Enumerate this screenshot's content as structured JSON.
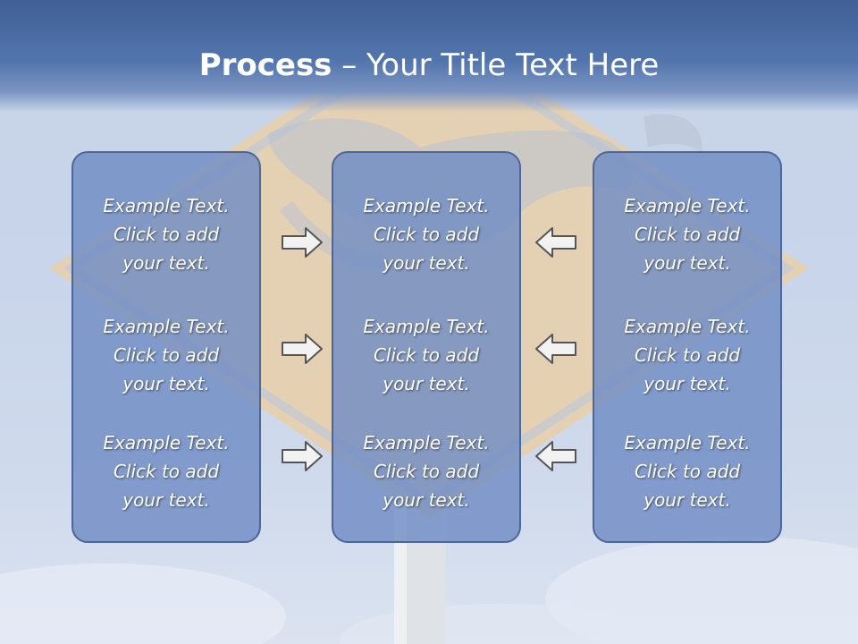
{
  "slide": {
    "title_bold": "Process",
    "title_rest": " – Your Title Text Here"
  },
  "columns": [
    {
      "blocks": [
        {
          "line1": "Example Text.",
          "line2": "Click  to add",
          "line3": "your text."
        },
        {
          "line1": "Example Text.",
          "line2": "Click  to add",
          "line3": "your text."
        },
        {
          "line1": "Example Text.",
          "line2": "Click  to add",
          "line3": "your text."
        }
      ]
    },
    {
      "blocks": [
        {
          "line1": "Example Text.",
          "line2": "Click  to add",
          "line3": "your text."
        },
        {
          "line1": "Example Text.",
          "line2": "Click  to add",
          "line3": "your text."
        },
        {
          "line1": "Example Text.",
          "line2": "Click  to add",
          "line3": "your text."
        }
      ]
    },
    {
      "blocks": [
        {
          "line1": "Example Text.",
          "line2": "Click  to add",
          "line3": "your text."
        },
        {
          "line1": "Example Text.",
          "line2": "Click  to add",
          "line3": "your text."
        },
        {
          "line1": "Example Text.",
          "line2": "Click  to add",
          "line3": "your text."
        }
      ]
    }
  ],
  "arrows": {
    "left_group_direction": "right",
    "right_group_direction": "left",
    "icon": "block-arrow-icon"
  },
  "colors": {
    "header": "#4a6aa3",
    "panel_fill": "#708cc4",
    "panel_border": "#4c6698",
    "text": "#ffffff",
    "arrow_fill": "#f2f2f2",
    "arrow_stroke": "#555555"
  }
}
